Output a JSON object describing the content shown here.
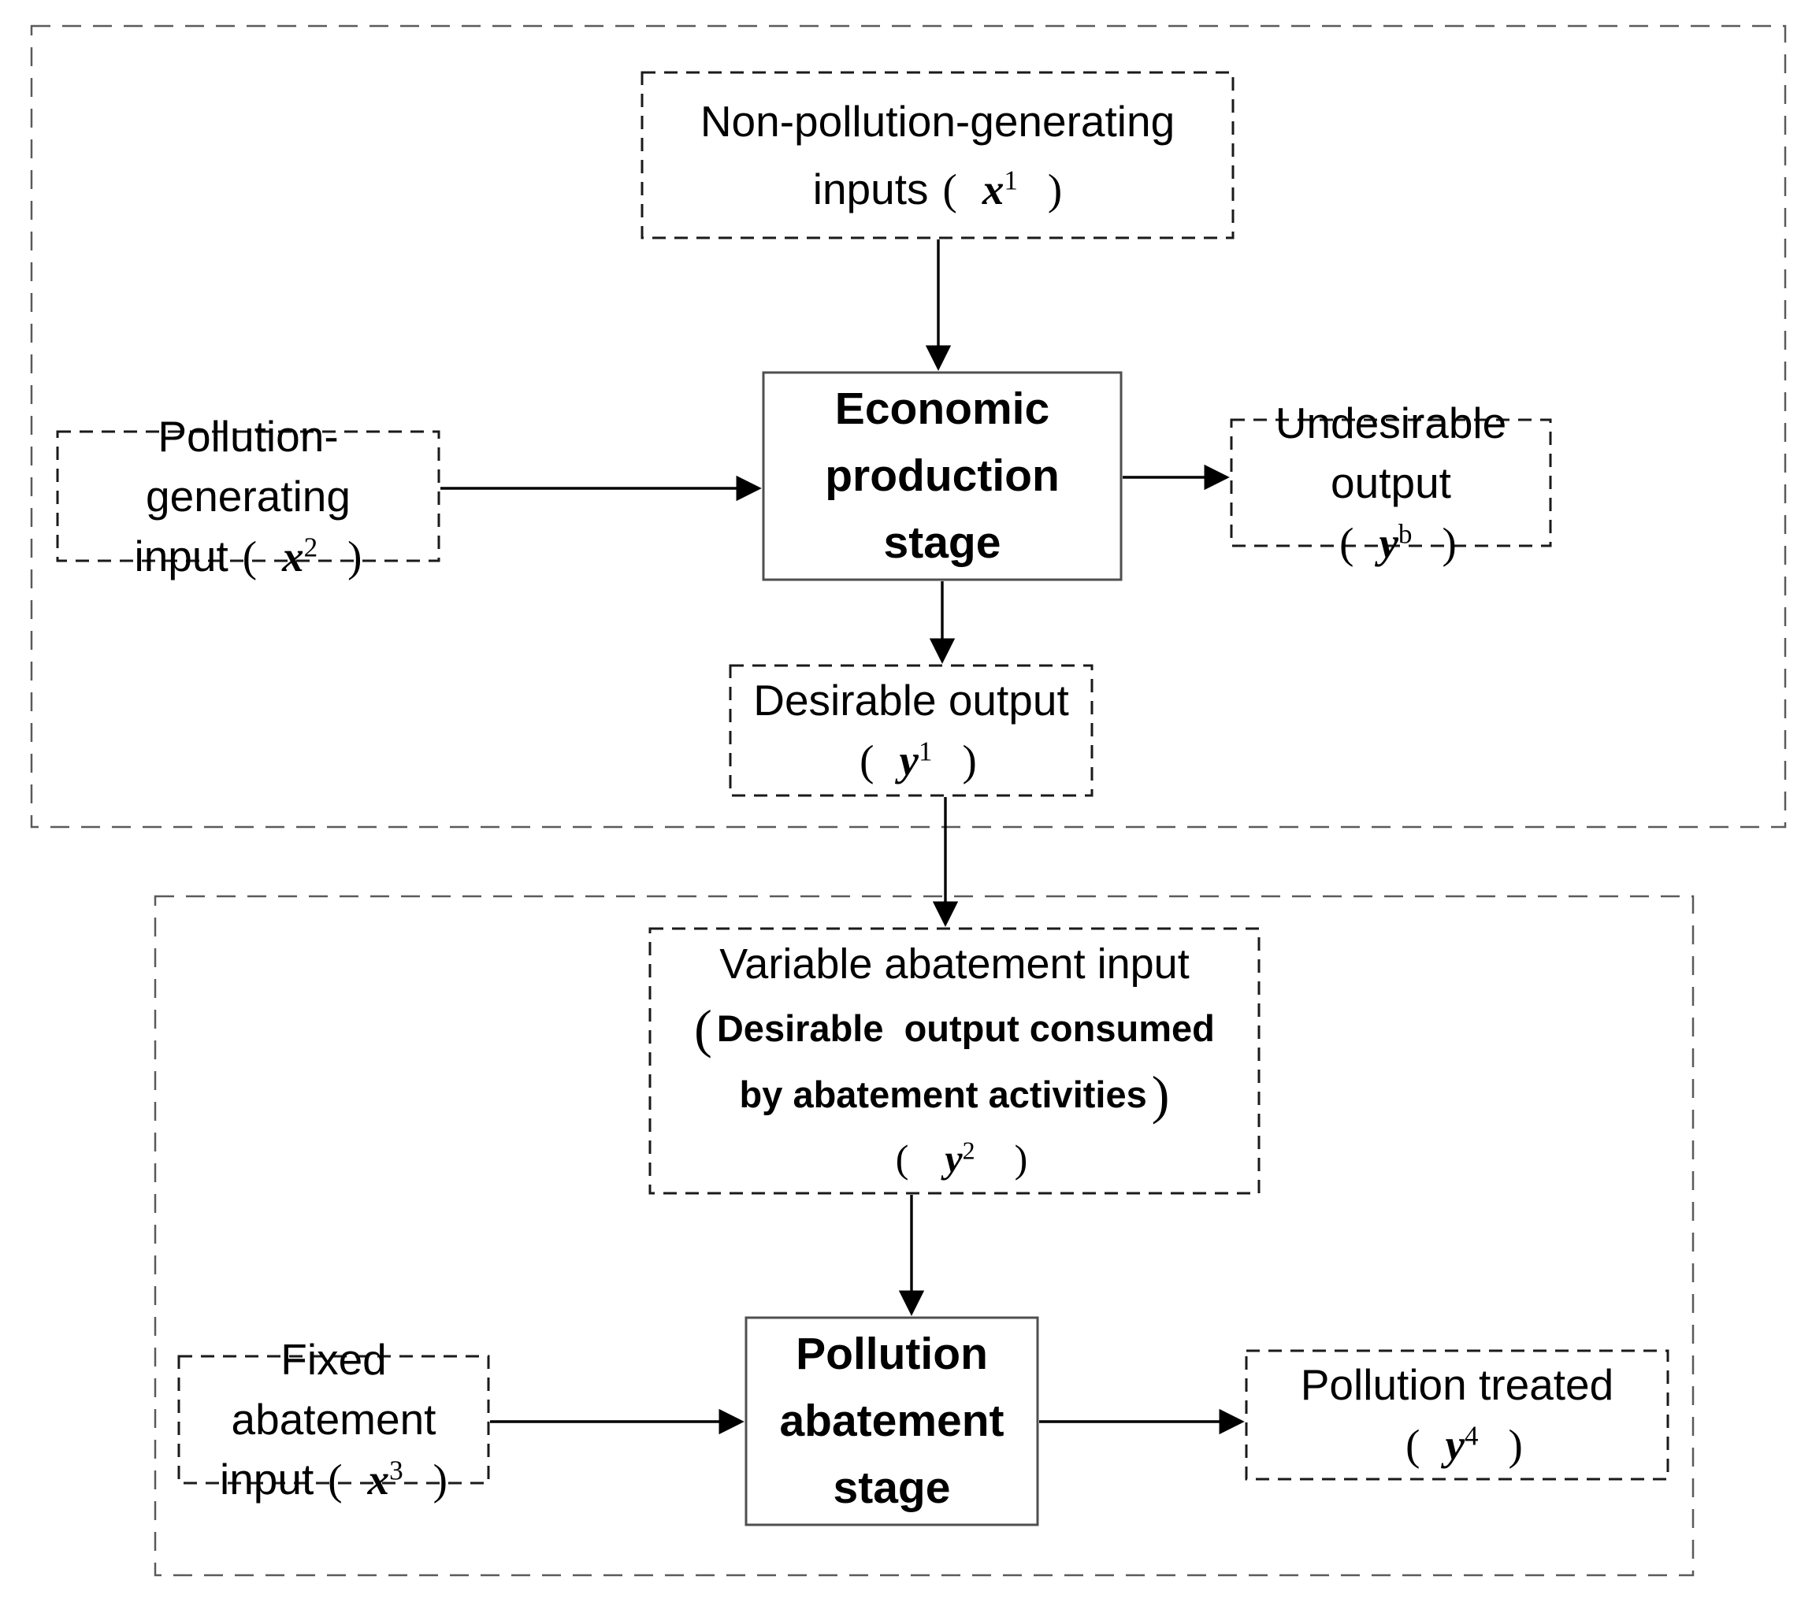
{
  "stage1": {
    "non_pollution_inputs": {
      "line1": "Non-pollution-generating",
      "line2_label": "inputs",
      "open_paren": "(",
      "symbol": "x",
      "superscript": "1",
      "close_paren": ")"
    },
    "economic_stage": {
      "line1": "Economic",
      "line2": "production",
      "line3": "stage"
    },
    "pollution_input": {
      "line1": "Pollution-generating",
      "line2_label": "input",
      "open_paren": "(",
      "symbol": "x",
      "superscript": "2",
      "close_paren": ")"
    },
    "undesirable_output": {
      "line1": "Undesirable output",
      "open_paren": "(",
      "symbol": "y",
      "superscript": "b",
      "close_paren": ")"
    },
    "desirable_output": {
      "line1": "Desirable output",
      "open_paren": "(",
      "symbol": "y",
      "superscript": "1",
      "close_paren": ")"
    }
  },
  "stage2": {
    "variable_abatement_input": {
      "line1": "Variable abatement input",
      "line2_open_paren": "(",
      "line2": "Desirable  output consumed",
      "line3": "by abatement activities",
      "line3_close_paren": ")",
      "open_paren": "(",
      "symbol": "y",
      "superscript": "2",
      "close_paren": ")"
    },
    "abatement_stage": {
      "line1": "Pollution",
      "line2": "abatement",
      "line3": "stage"
    },
    "fixed_abatement_input": {
      "line1": "Fixed abatement",
      "line2_label": "input",
      "open_paren": "(",
      "symbol": "x",
      "superscript": "3",
      "close_paren": ")"
    },
    "pollution_treated": {
      "line1": "Pollution treated",
      "open_paren": "(",
      "symbol": "y",
      "superscript": "4",
      "close_paren": ")"
    }
  }
}
